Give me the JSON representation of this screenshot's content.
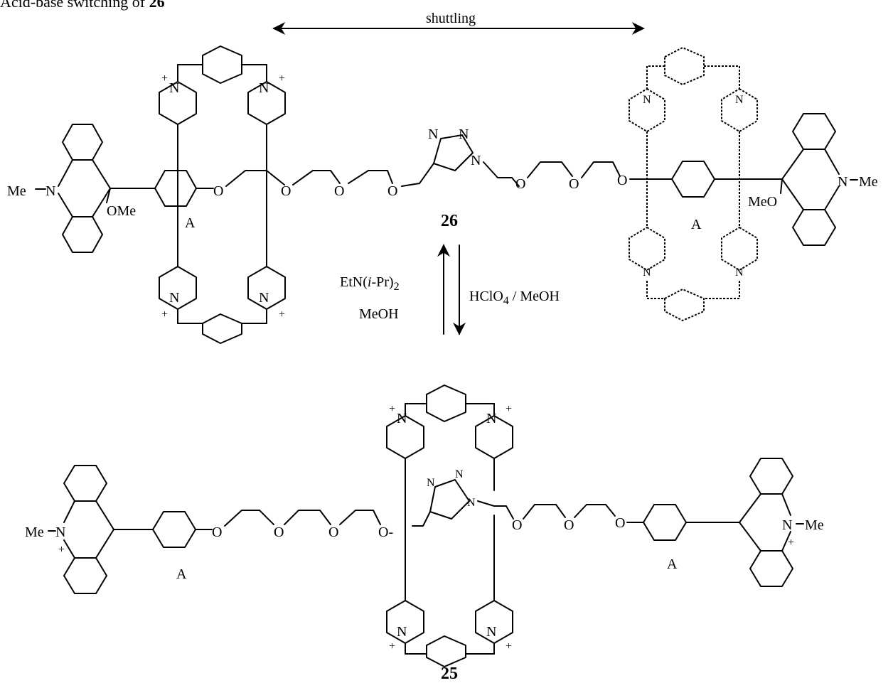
{
  "caption": {
    "prefix": "Acid-base switching of ",
    "compound": "26"
  },
  "shuttle_label": "shuttling",
  "compound_top": "26",
  "compound_bottom": "25",
  "reagents_up": {
    "line1": "EtN(i-Pr)",
    "line1_sub": "2",
    "line2": "MeOH"
  },
  "reagents_down": {
    "text": "HClO",
    "sub": "4",
    "rest": " / MeOH"
  },
  "labels": {
    "me": "Me",
    "n": "N",
    "o": "O",
    "ome": "OMe",
    "meo": "MeO",
    "plus": "+",
    "a": "A",
    "o_minus": "O-"
  }
}
